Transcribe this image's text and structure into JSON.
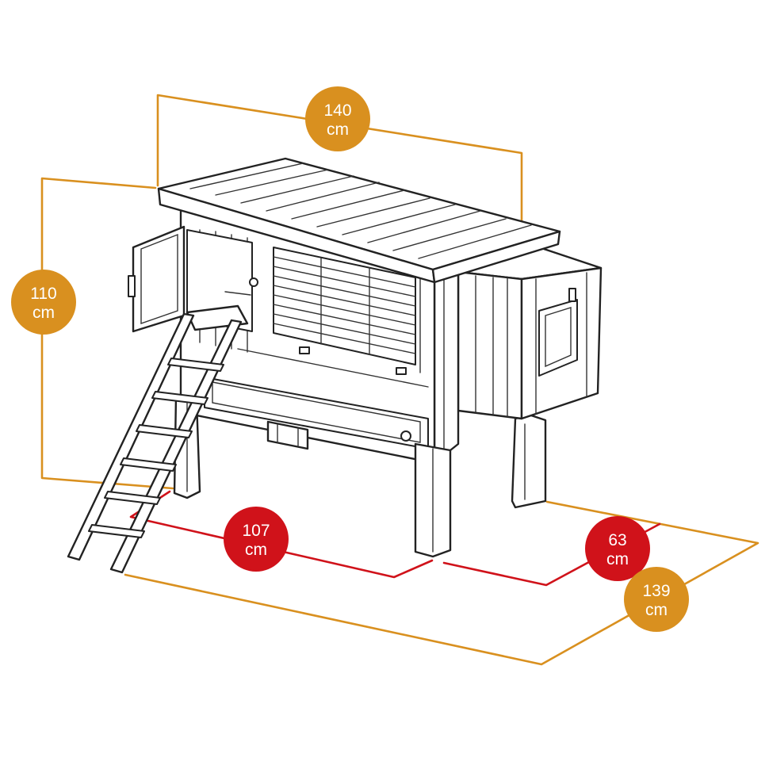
{
  "colors": {
    "orange_dimension": "#d9901f",
    "red_dimension": "#d0121a",
    "outline": "#222222"
  },
  "dimensions": {
    "width_top": {
      "value": "140",
      "unit": "cm"
    },
    "height": {
      "value": "110",
      "unit": "cm"
    },
    "inner_width": {
      "value": "107",
      "unit": "cm"
    },
    "inner_depth": {
      "value": "63",
      "unit": "cm"
    },
    "depth": {
      "value": "139",
      "unit": "cm"
    }
  }
}
